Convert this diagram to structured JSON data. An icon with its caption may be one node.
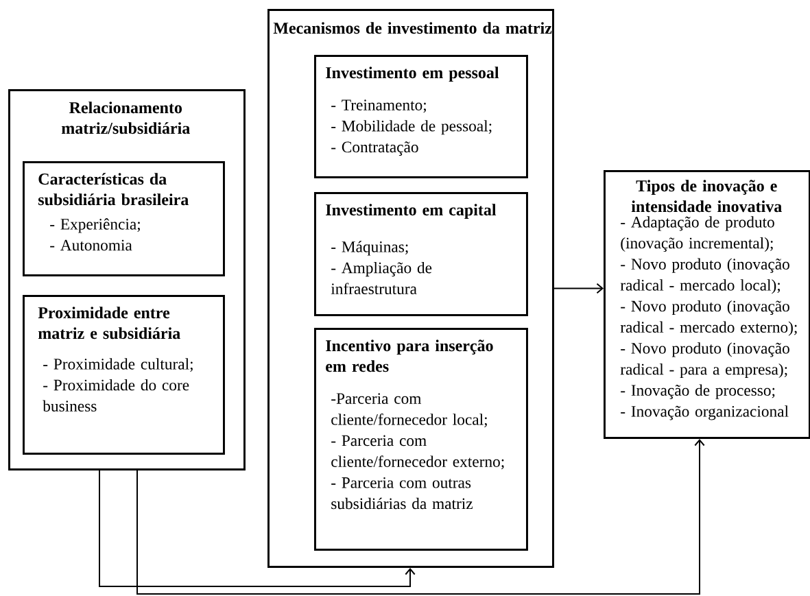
{
  "diagram": {
    "nodes": [
      {
        "text": [
          "Relacionamento matriz/subsidiária"
        ]
      },
      {
        "text": [
          "Características da subsidiária brasileira",
          "- Experiência;",
          "- Autonomia"
        ],
        "in": 0
      },
      {
        "text": [
          "Proximidade entre matriz e subsidiária",
          "- Proximidade cultural;",
          "- Proximidade do core business"
        ],
        "in": 0
      },
      {
        "text": [
          "Mecanismos de investimento da matriz"
        ]
      },
      {
        "text": [
          "Investimento em pessoal",
          "- Treinamento;",
          "- Mobilidade de pessoal;",
          "- Contratação"
        ],
        "in": 3
      },
      {
        "text": [
          "Investimento em capital",
          "- Máquinas;",
          "- Ampliação de infraestrutura"
        ],
        "in": 3
      },
      {
        "text": [
          "Incentivo para inserção em redes",
          "-Parceria com cliente/fornecedor local;",
          "- Parceria com cliente/fornecedor externo;",
          "- Parceria com outras subsidiárias da matriz"
        ],
        "in": 3
      },
      {
        "text": [
          "Tipos de inovação e intensidade inovativa",
          "- Adaptação de produto (inovação incremental);",
          "- Novo produto (inovação radical - mercado local);",
          "- Novo produto (inovação radical - mercado externo);",
          "- Novo produto (inovação radical - para a empresa);",
          "- Inovação de processo;",
          "- Inovação organizacional"
        ]
      }
    ],
    "edges": [
      {
        "from": 3,
        "to": 7,
        "arrow": "to"
      },
      {
        "from": 0,
        "to": 3,
        "arrow": "to"
      },
      {
        "from": 0,
        "to": 7,
        "arrow": "to"
      }
    ]
  }
}
